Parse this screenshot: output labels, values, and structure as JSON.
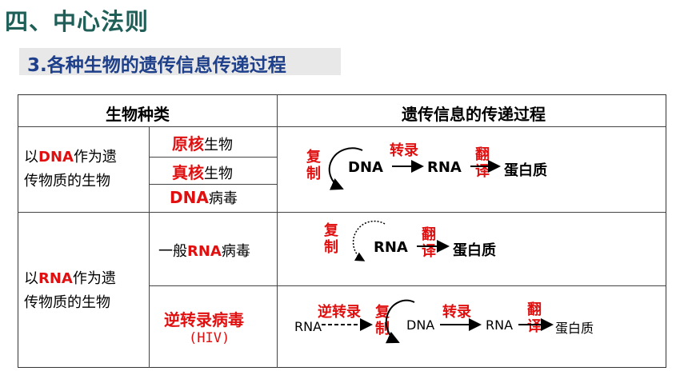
{
  "heading": "四、中心法则",
  "subtitle": "3.各种生物的遗传信息传递过程",
  "table": {
    "col_headers": [
      "生物种类",
      "遗传信息的传递过程"
    ],
    "group1": {
      "prefix": "以",
      "highlight": "DNA",
      "suffix": "作为遗",
      "line2": "传物质的生物",
      "rows": [
        {
          "highlight": "原核",
          "suffix": "生物"
        },
        {
          "highlight": "真核",
          "suffix": "生物"
        },
        {
          "highlight": "DNA",
          "suffix": "病毒"
        }
      ],
      "flow": {
        "replicate": [
          "复",
          "制"
        ],
        "source": "DNA",
        "transcribe": "转录",
        "mid": "RNA",
        "translate": [
          "翻",
          "译"
        ],
        "product": "蛋白质"
      }
    },
    "group2": {
      "prefix": "以",
      "highlight": "RNA",
      "suffix": "作为遗",
      "line2": "传物质的生物",
      "row1": {
        "prefix": "一般",
        "highlight": "RNA",
        "suffix": "病毒",
        "flow": {
          "replicate": [
            "复",
            "制"
          ],
          "source": "RNA",
          "translate": [
            "翻",
            "译"
          ],
          "product": "蛋白质"
        }
      },
      "row2": {
        "name": "逆转录病毒",
        "sub": "(HIV)",
        "flow": {
          "start": "RNA",
          "reverse": "逆转录",
          "replicate": [
            "复",
            "制"
          ],
          "dna": "DNA",
          "transcribe": "转录",
          "rna": "RNA",
          "translate": [
            "翻",
            "译"
          ],
          "product": "蛋白质"
        }
      }
    }
  },
  "colors": {
    "heading": "#1f5f58",
    "subtitle": "#1e3f8a",
    "highlight": "#e01010"
  }
}
